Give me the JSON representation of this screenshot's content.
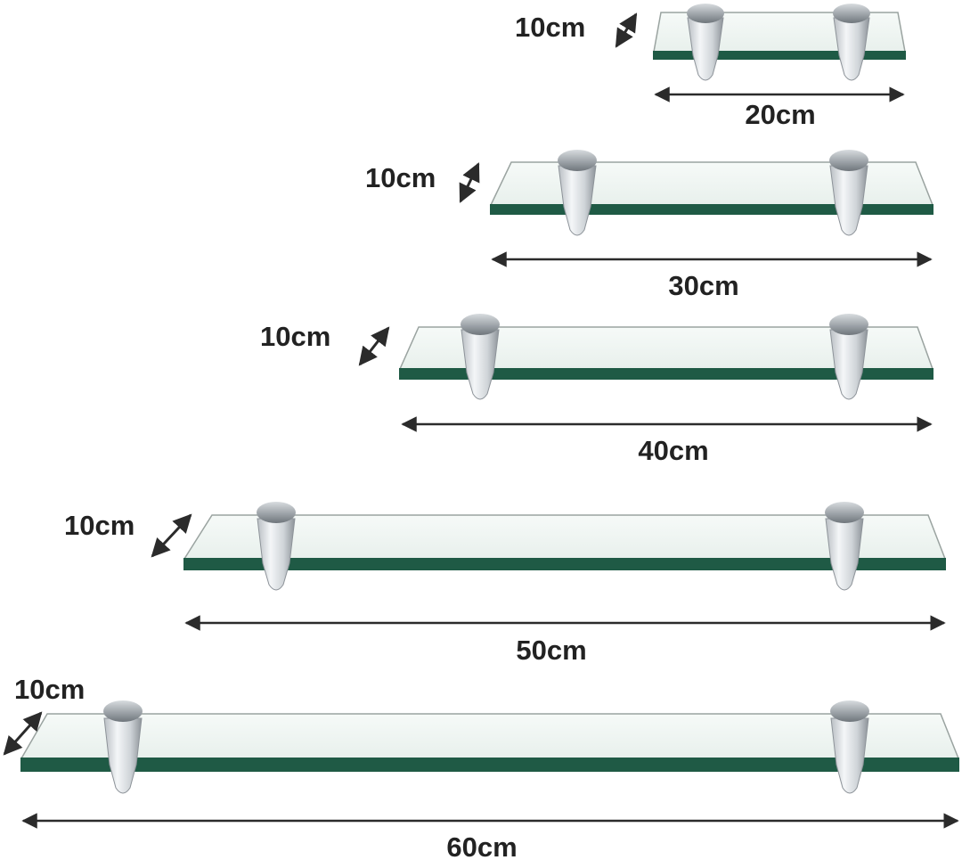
{
  "shelves": [
    {
      "depth_label": "10cm",
      "width_label": "20cm"
    },
    {
      "depth_label": "10cm",
      "width_label": "30cm"
    },
    {
      "depth_label": "10cm",
      "width_label": "40cm"
    },
    {
      "depth_label": "10cm",
      "width_label": "50cm"
    },
    {
      "depth_label": "10cm",
      "width_label": "60cm"
    }
  ],
  "colors": {
    "glass_edge": "#1f5a45",
    "glass_edge_dark": "#143d2f",
    "glass_top_outline": "#9aa3a0",
    "bracket_light": "#e6e9ec",
    "bracket_dark": "#8d9399",
    "arrow": "#2b2b2b",
    "label": "#222222"
  }
}
